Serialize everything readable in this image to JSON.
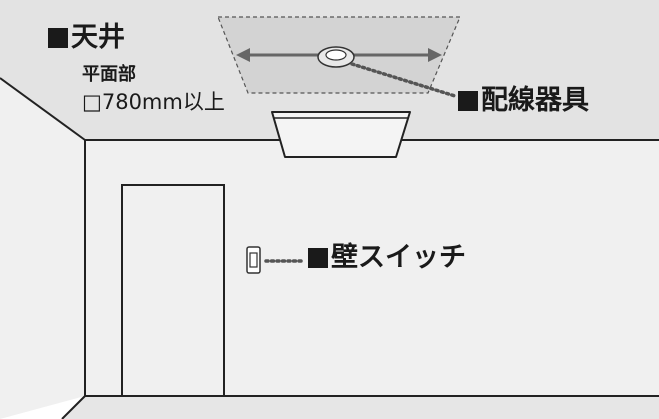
{
  "ceiling": {
    "title": "天井",
    "subtitle": "平面部",
    "dimension": "□780mm以上"
  },
  "wiring_device": {
    "label": "配線器具"
  },
  "wall_switch": {
    "label": "壁スイッチ"
  },
  "colors": {
    "ceiling_fill": "#e3e3e3",
    "wall_fill": "#f0f0f0",
    "line": "#222222",
    "arrow": "#666666",
    "highlight_area": "#d3d3d3"
  }
}
